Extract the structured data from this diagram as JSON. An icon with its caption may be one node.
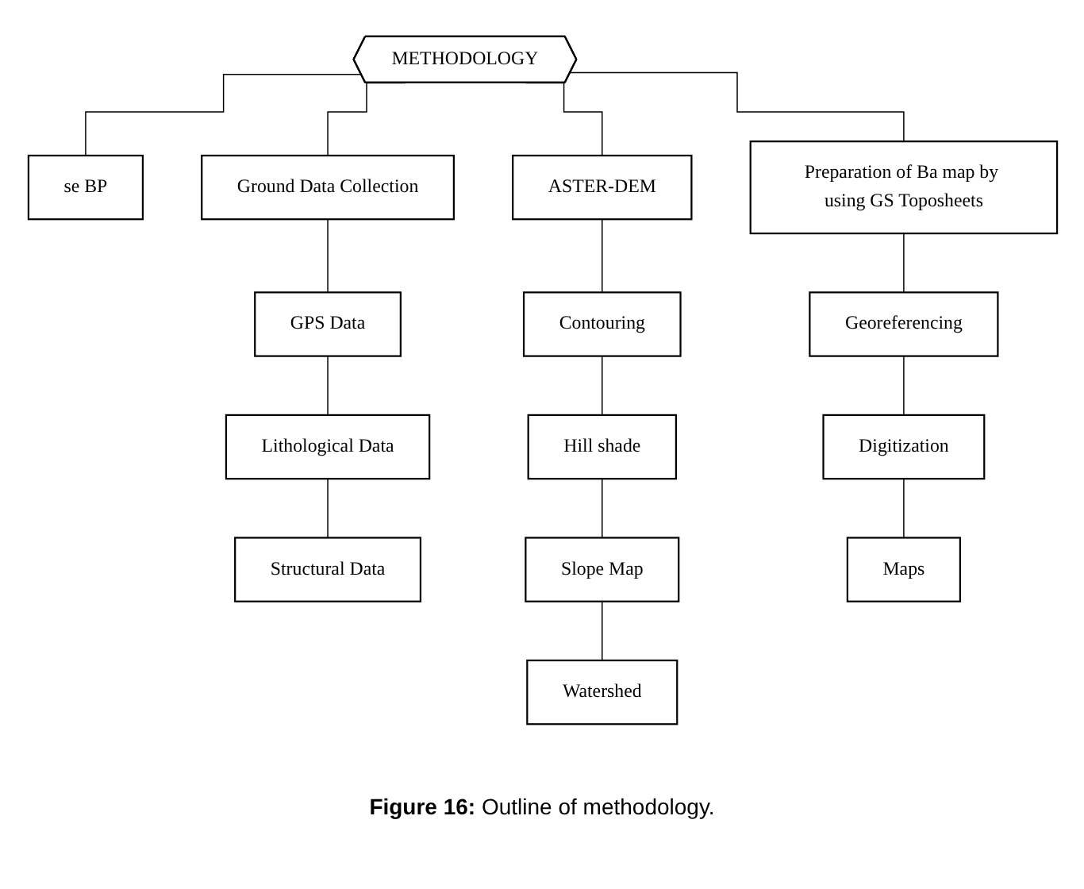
{
  "diagram": {
    "caption": "**Figure 16:** Outline of methodology.",
    "nodes": [
      {
        "text": [
          "METHODOLOGY"
        ]
      },
      {
        "text": [
          "se BP"
        ]
      },
      {
        "text": [
          "Ground Data Collection"
        ]
      },
      {
        "text": [
          "ASTER-DEM"
        ]
      },
      {
        "text": [
          "Preparation of Ba map by using GS Toposheets"
        ]
      },
      {
        "text": [
          "GPS Data"
        ]
      },
      {
        "text": [
          "Contouring"
        ]
      },
      {
        "text": [
          "Georeferencing"
        ]
      },
      {
        "text": [
          "Lithological Data"
        ]
      },
      {
        "text": [
          "Hill shade"
        ]
      },
      {
        "text": [
          "Digitization"
        ]
      },
      {
        "text": [
          "Structural Data"
        ]
      },
      {
        "text": [
          "Slope Map"
        ]
      },
      {
        "text": [
          "Maps"
        ]
      },
      {
        "text": [
          "Watershed"
        ]
      }
    ],
    "edges": [
      {
        "from": 0,
        "to": 1,
        "arrow": "none"
      },
      {
        "from": 0,
        "to": 2,
        "arrow": "none"
      },
      {
        "from": 0,
        "to": 3,
        "arrow": "none"
      },
      {
        "from": 0,
        "to": 4,
        "arrow": "none"
      },
      {
        "from": 2,
        "to": 5,
        "arrow": "none"
      },
      {
        "from": 3,
        "to": 6,
        "arrow": "none"
      },
      {
        "from": 4,
        "to": 7,
        "arrow": "none"
      },
      {
        "from": 5,
        "to": 8,
        "arrow": "none"
      },
      {
        "from": 6,
        "to": 9,
        "arrow": "none"
      },
      {
        "from": 7,
        "to": 10,
        "arrow": "none"
      },
      {
        "from": 8,
        "to": 11,
        "arrow": "none"
      },
      {
        "from": 9,
        "to": 12,
        "arrow": "none"
      },
      {
        "from": 10,
        "to": 13,
        "arrow": "none"
      },
      {
        "from": 12,
        "to": 14,
        "arrow": "none"
      }
    ]
  }
}
